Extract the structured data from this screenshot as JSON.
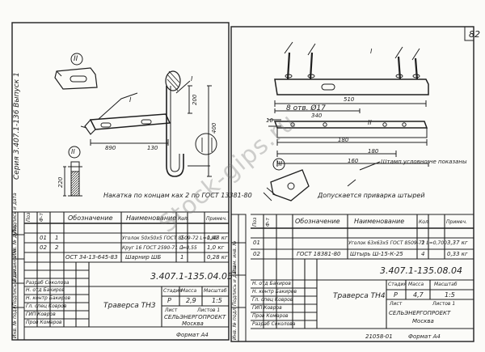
{
  "page": {
    "number": "82"
  },
  "watermark": "Stock-gips.ru",
  "left": {
    "series": "Серия 3.407.1-136 Выпуск 1",
    "callouts": [
      "II",
      "I",
      "II",
      "I"
    ],
    "dims": [
      "890",
      "130",
      "200",
      "400",
      "220"
    ],
    "note": "Накатка по концам ках 2 по ГОСТ 13381-80",
    "spec_header": {
      "pos": "Поз",
      "format": "Ф-т",
      "designation": "Обозначение",
      "name": "Наименование",
      "qty": "Кол.",
      "note": "Примеч."
    },
    "spec_rows": [
      {
        "pos": "01",
        "format": "1",
        "designation": "",
        "name": "Уголок 50х50х5 ГОСТ 8509-72 L=0,89",
        "qty": "1",
        "note": "1,43 кг"
      },
      {
        "pos": "02",
        "format": "2",
        "designation": "",
        "name": "Круг 16 ГОСТ 2590-71 L=0,55",
        "qty": "1",
        "note": "1,0 кг"
      },
      {
        "pos": "",
        "format": "",
        "designation": "ОСТ 34-13-645-83",
        "name": "Шарнир ШБ",
        "qty": "1",
        "note": "0,28 кг"
      }
    ],
    "code": "3.407.1-135.04.05",
    "title": "Траверса ТН3",
    "stamp": {
      "stage_h": "Стадия",
      "mass_h": "Масса",
      "scale_h": "Масштаб",
      "stage": "Р",
      "mass": "2,9",
      "scale": "1:5",
      "sheet": "Лист",
      "sheets": "Листов 1",
      "org": "СЕЛЬЭНЕРГОПРОЕКТ",
      "city": "Москва"
    },
    "signers": [
      "Н. отд Бакиров",
      "Н. контр Бакиров",
      "Гл. спец Ковров",
      "ГИП Ковров",
      "Пров Комаров",
      "Разраб Соколова"
    ],
    "side_labels": [
      "Инв. № подл.",
      "Подпись и дата",
      "Взам. инв. №",
      "Инв. № дубл.",
      "Подпись и дата"
    ],
    "format_label": "Формат А4"
  },
  "right": {
    "dims": [
      "510",
      "340",
      "180",
      "180",
      "160",
      "10",
      "8 отв. Ø17"
    ],
    "callouts": [
      "I",
      "II",
      "III"
    ],
    "stamp_note": "Штамп условно не показаны",
    "weld_note": "Допускается приварка штырей",
    "spec_header": {
      "pos": "Поз",
      "format": "Ф-т",
      "designation": "Обозначение",
      "name": "Наименование",
      "qty": "Кол.",
      "note": "Примеч."
    },
    "spec_rows": [
      {
        "pos": "01",
        "format": "",
        "designation": "",
        "name": "Уголок 63х63х5 ГОСТ 8509-72 L=0,700",
        "qty": "1",
        "note": "3,37 кг"
      },
      {
        "pos": "02",
        "format": "",
        "designation": "ГОСТ 18381-80",
        "name": "Штырь Ш-15-К-25",
        "qty": "4",
        "note": "0,33 кг"
      }
    ],
    "code": "3.407.1-135.08.04",
    "title": "Траверса ТН4",
    "stamp": {
      "stage_h": "Стадия",
      "mass_h": "Масса",
      "scale_h": "Масштаб",
      "stage": "Р",
      "mass": "4,7",
      "scale": "1:5",
      "sheet": "Лист",
      "sheets": "Листов 1",
      "org": "СЕЛЬЭНЕРГОПРОЕКТ",
      "city": "Москва"
    },
    "signers": [
      "Н. отд Бакиров",
      "Н. контр Бакиров",
      "Гл. спец Ковров",
      "ГИП Ковров",
      "Пров Комаров",
      "Разраб Соколова"
    ],
    "side_labels": [
      "Инв. № подл.",
      "Подпись и дата",
      "Взам. инв. №"
    ],
    "footer_code": "21058-01",
    "format_label": "Формат А4"
  }
}
